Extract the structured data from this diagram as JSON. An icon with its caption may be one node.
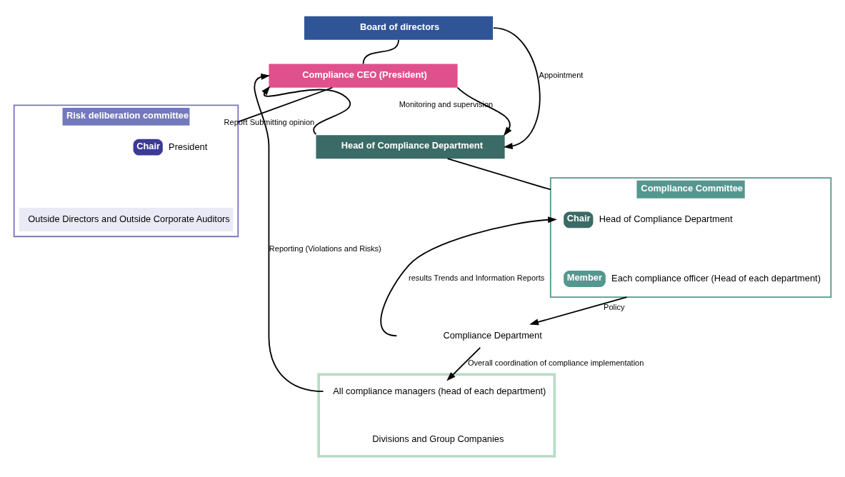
{
  "diagram": {
    "nodes": [
      {
        "text": [
          "Board of directors"
        ]
      },
      {
        "text": [
          "Compliance CEO (President)"
        ]
      },
      {
        "text": [
          "Head of Compliance Department"
        ]
      },
      {
        "text": [
          "Compliance Committee"
        ]
      },
      {
        "text": [
          "Chair"
        ],
        "in": 3,
        "beside": [
          "Head of Compliance Department"
        ]
      },
      {
        "text": [
          "Member"
        ],
        "in": 3,
        "beside": [
          "Each compliance officer (Head of each department)"
        ]
      },
      {
        "text": [
          "Risk deliberation committee"
        ]
      },
      {
        "text": [
          "Chair"
        ],
        "in": 6,
        "beside": [
          "President"
        ]
      },
      {
        "text": [
          "Outside Directors and Outside Corporate Auditors"
        ],
        "in": 6
      },
      {
        "text": [
          "Compliance Department"
        ]
      },
      {
        "text": [],
        "shape": "box"
      },
      {
        "text": [
          "All compliance managers (head of each department)"
        ],
        "in": 10
      },
      {
        "text": [
          "Divisions and Group Companies"
        ],
        "in": 10
      }
    ],
    "edges": [
      {
        "from": 0,
        "to": 1,
        "arrow": "none"
      },
      {
        "from": 0,
        "to": 2,
        "arrow": "to",
        "label": "Appointment"
      },
      {
        "from": 2,
        "to": 1,
        "arrow": "to",
        "label": "Report Submitting opinion"
      },
      {
        "from": 1,
        "to": 2,
        "arrow": "to",
        "label": "Monitoring and supervision"
      },
      {
        "from": 2,
        "to": 3,
        "arrow": "none"
      },
      {
        "from": 6,
        "to": 1,
        "arrow": "none"
      },
      {
        "from": 3,
        "to": 9,
        "arrow": "to",
        "label": "Policy"
      },
      {
        "from": 9,
        "to": 4,
        "arrow": "to",
        "label": "results Trends and Information Reports"
      },
      {
        "from": 9,
        "to": 11,
        "arrow": "to",
        "label": "Overall coordination of compliance implementation"
      },
      {
        "from": 11,
        "to": 1,
        "arrow": "to",
        "label": "Reporting (Violations and Risks)"
      }
    ]
  }
}
